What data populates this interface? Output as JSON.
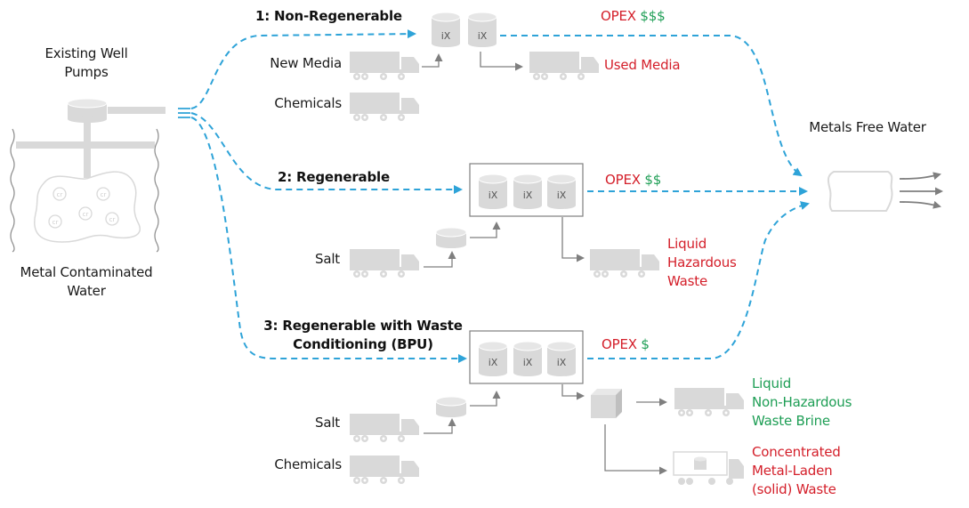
{
  "source": {
    "title": "Existing Well Pumps",
    "water_label": "Metal Contaminated Water",
    "ion_symbol": "cr"
  },
  "output": {
    "label": "Metals Free Water"
  },
  "tank_label": "iX",
  "colors": {
    "flow": "#2ea3d8",
    "cost_red": "#d41f2a",
    "cost_green": "#1e9e55",
    "equipment": "#d9d9d9",
    "arrow": "#7f7f7f"
  },
  "options": [
    {
      "title": "1: Non-Regenerable",
      "opex_label": "OPEX",
      "opex_cost": "$$$",
      "inputs": [
        "New Media",
        "Chemicals"
      ],
      "outputs": [
        {
          "label": "Used Media",
          "tone": "red"
        }
      ]
    },
    {
      "title": "2: Regenerable",
      "opex_label": "OPEX",
      "opex_cost": "$$",
      "inputs": [
        "Salt"
      ],
      "outputs": [
        {
          "label": "Liquid Hazardous Waste",
          "lines": [
            "Liquid",
            "Hazardous",
            "Waste"
          ],
          "tone": "red"
        }
      ]
    },
    {
      "title": "3: Regenerable with Waste Conditioning (BPU)",
      "title_lines": [
        "3: Regenerable with Waste",
        "Conditioning (BPU)"
      ],
      "opex_label": "OPEX",
      "opex_cost": "$",
      "inputs": [
        "Salt",
        "Chemicals"
      ],
      "outputs": [
        {
          "label": "Liquid Non-Hazardous Waste Brine",
          "lines": [
            "Liquid",
            "Non-Hazardous",
            "Waste Brine"
          ],
          "tone": "green"
        },
        {
          "label": "Concentrated Metal-Laden (solid) Waste",
          "lines": [
            "Concentrated",
            "Metal-Laden",
            "(solid) Waste"
          ],
          "tone": "red"
        }
      ]
    }
  ]
}
